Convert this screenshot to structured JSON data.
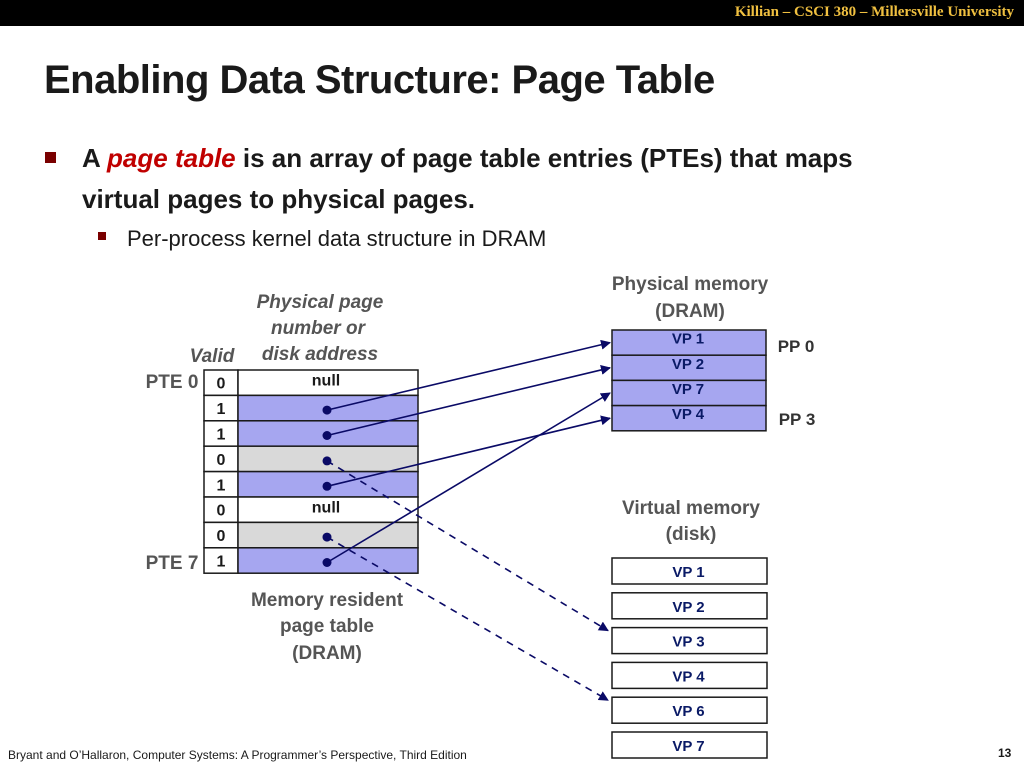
{
  "header": {
    "course": "Killian – CSCI 380 – Millersville University"
  },
  "title": "Enabling Data Structure: Page Table",
  "bullets": {
    "b1_pre": "A ",
    "b1_em": "page table",
    "b1_post": " is an array of page table entries (PTEs) that maps virtual pages to physical pages.",
    "b2": "Per-process kernel data structure in DRAM"
  },
  "labels": {
    "ppn_l1": "Physical page",
    "ppn_l2": "number or",
    "ppn_l3": "disk address",
    "valid": "Valid",
    "pte0": "PTE 0",
    "pte7": "PTE 7",
    "mr_l1": "Memory resident",
    "mr_l2": "page table",
    "mr_l3": "(DRAM)",
    "pm_l1": "Physical memory",
    "pm_l2": "(DRAM)",
    "pp0": "PP 0",
    "pp3": "PP 3",
    "vm_l1": "Virtual memory",
    "vm_l2": "(disk)"
  },
  "page_table": [
    {
      "valid": "0",
      "addr": "null"
    },
    {
      "valid": "1",
      "addr": ""
    },
    {
      "valid": "1",
      "addr": ""
    },
    {
      "valid": "0",
      "addr": ""
    },
    {
      "valid": "1",
      "addr": ""
    },
    {
      "valid": "0",
      "addr": "null"
    },
    {
      "valid": "0",
      "addr": ""
    },
    {
      "valid": "1",
      "addr": ""
    }
  ],
  "physical_memory": [
    "VP 1",
    "VP 2",
    "VP 7",
    "VP 4"
  ],
  "virtual_memory": [
    "VP 1",
    "VP 2",
    "VP 3",
    "VP 4",
    "VP 6",
    "VP 7"
  ],
  "footer": {
    "citation": "Bryant and O’Hallaron, Computer Systems: A Programmer’s Perspective, Third Edition",
    "page": "13"
  },
  "colors": {
    "resident": "#a6a6f0",
    "disk": "#d9d9d9",
    "null_cell": "#ffffff",
    "arrow": "#0a0a66",
    "accent": "#c00000"
  }
}
